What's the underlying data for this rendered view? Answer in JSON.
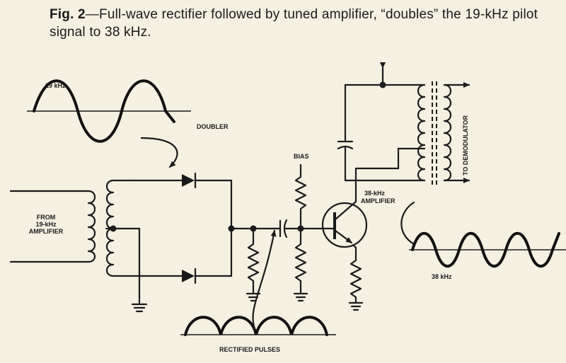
{
  "caption": {
    "figure_label": "Fig. 2",
    "text": "—Full-wave rectifier followed by tuned amplifier, “doubles” the 19-kHz pilot signal to 38 kHz."
  },
  "labels": {
    "input_freq": "19 kHz",
    "doubler": "DOUBLER",
    "from_amp": [
      "FROM",
      "19-kHz",
      "AMPLIFIER"
    ],
    "bias": "BIAS",
    "amplifier": [
      "38-kHz",
      "AMPLIFIER"
    ],
    "to_demod": "TO DEMODULATOR",
    "output_freq": "38 kHz",
    "rectified": "RECTIFIED PULSES"
  },
  "colors": {
    "ink": "#1a1a1a",
    "paper": "#f4f0e2"
  }
}
